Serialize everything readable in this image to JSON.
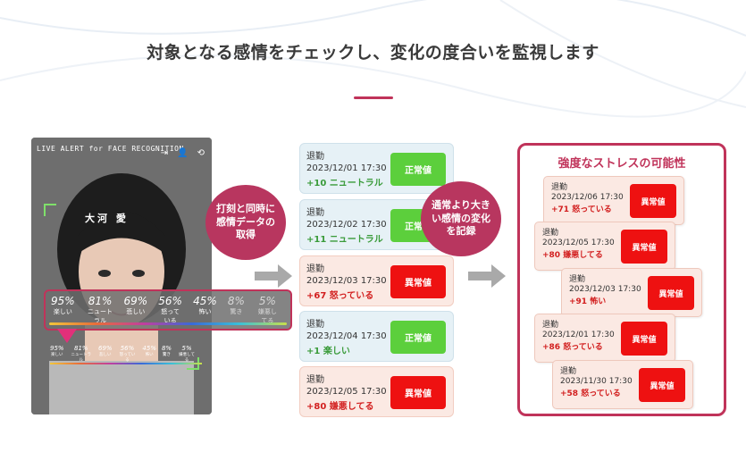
{
  "title": "対象となる感情をチェックし、変化の度合いを監視します",
  "phone": {
    "app_name": "LIVE ALERT for FACE RECOGNITION",
    "user_name": "大河 愛",
    "emotions": [
      {
        "value": "95%",
        "label": "楽しい"
      },
      {
        "value": "81%",
        "label": "ニュートラル"
      },
      {
        "value": "69%",
        "label": "悲しい"
      },
      {
        "value": "56%",
        "label": "怒っている"
      },
      {
        "value": "45%",
        "label": "怖い"
      },
      {
        "value": "8%",
        "label": "驚き"
      },
      {
        "value": "5%",
        "label": "嫌悪してる"
      }
    ]
  },
  "bubble1": "打刻と同時に感情データの取得",
  "bubble2": "通常より大きい感情の変化を記録",
  "records": [
    {
      "label": "退勤",
      "datetime": "2023/12/01 17:30",
      "score": "+10 ニュートラル",
      "status": "正常値"
    },
    {
      "label": "退勤",
      "datetime": "2023/12/02 17:30",
      "score": "+11 ニュートラル",
      "status": "正常値"
    },
    {
      "label": "退勤",
      "datetime": "2023/12/03 17:30",
      "score": "+67 怒っている",
      "status": "異常値"
    },
    {
      "label": "退勤",
      "datetime": "2023/12/04 17:30",
      "score": "+1 楽しい",
      "status": "正常値"
    },
    {
      "label": "退勤",
      "datetime": "2023/12/05 17:30",
      "score": "+80 嫌悪してる",
      "status": "異常値"
    }
  ],
  "stress_panel": {
    "title": "強度なストレスの可能性",
    "records": [
      {
        "label": "退勤",
        "datetime": "2023/12/06 17:30",
        "score": "+71 怒っている",
        "status": "異常値"
      },
      {
        "label": "退勤",
        "datetime": "2023/12/05 17:30",
        "score": "+80 嫌悪してる",
        "status": "異常値"
      },
      {
        "label": "退勤",
        "datetime": "2023/12/03 17:30",
        "score": "+91 怖い",
        "status": "異常値"
      },
      {
        "label": "退勤",
        "datetime": "2023/12/01 17:30",
        "score": "+86 怒っている",
        "status": "異常値"
      },
      {
        "label": "退勤",
        "datetime": "2023/11/30 17:30",
        "score": "+58 怒っている",
        "status": "異常値"
      }
    ]
  },
  "colors": {
    "accent": "#c0335a",
    "normal": "#5ccf3c",
    "abnormal": "#ee1111"
  }
}
